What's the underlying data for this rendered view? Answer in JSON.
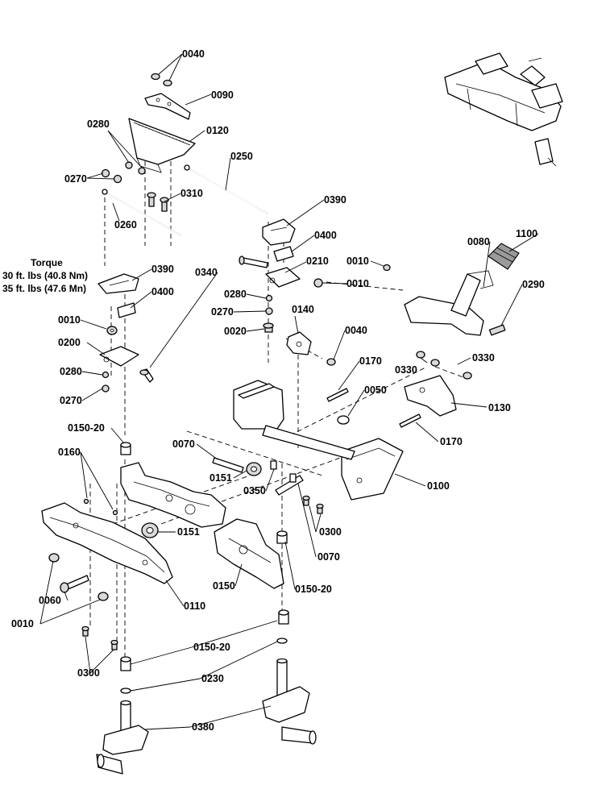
{
  "torque_note": {
    "title": "Torque",
    "line1": "30 ft. lbs (40.8 Nm)",
    "line2": "35 ft. lbs (47.6 Mn)"
  },
  "callouts": [
    "0040",
    "0090",
    "0280",
    "0120",
    "0270",
    "0250",
    "0310",
    "0260",
    "0390",
    "0400",
    "0210",
    "0010",
    "0080",
    "1100",
    "0340",
    "0290",
    "0140",
    "0020",
    "0170",
    "0330",
    "0050",
    "0130",
    "0150-20",
    "0070",
    "0160",
    "0151",
    "0350",
    "0100",
    "0300",
    "0200",
    "0060",
    "0150",
    "0110",
    "0230",
    "0380"
  ]
}
